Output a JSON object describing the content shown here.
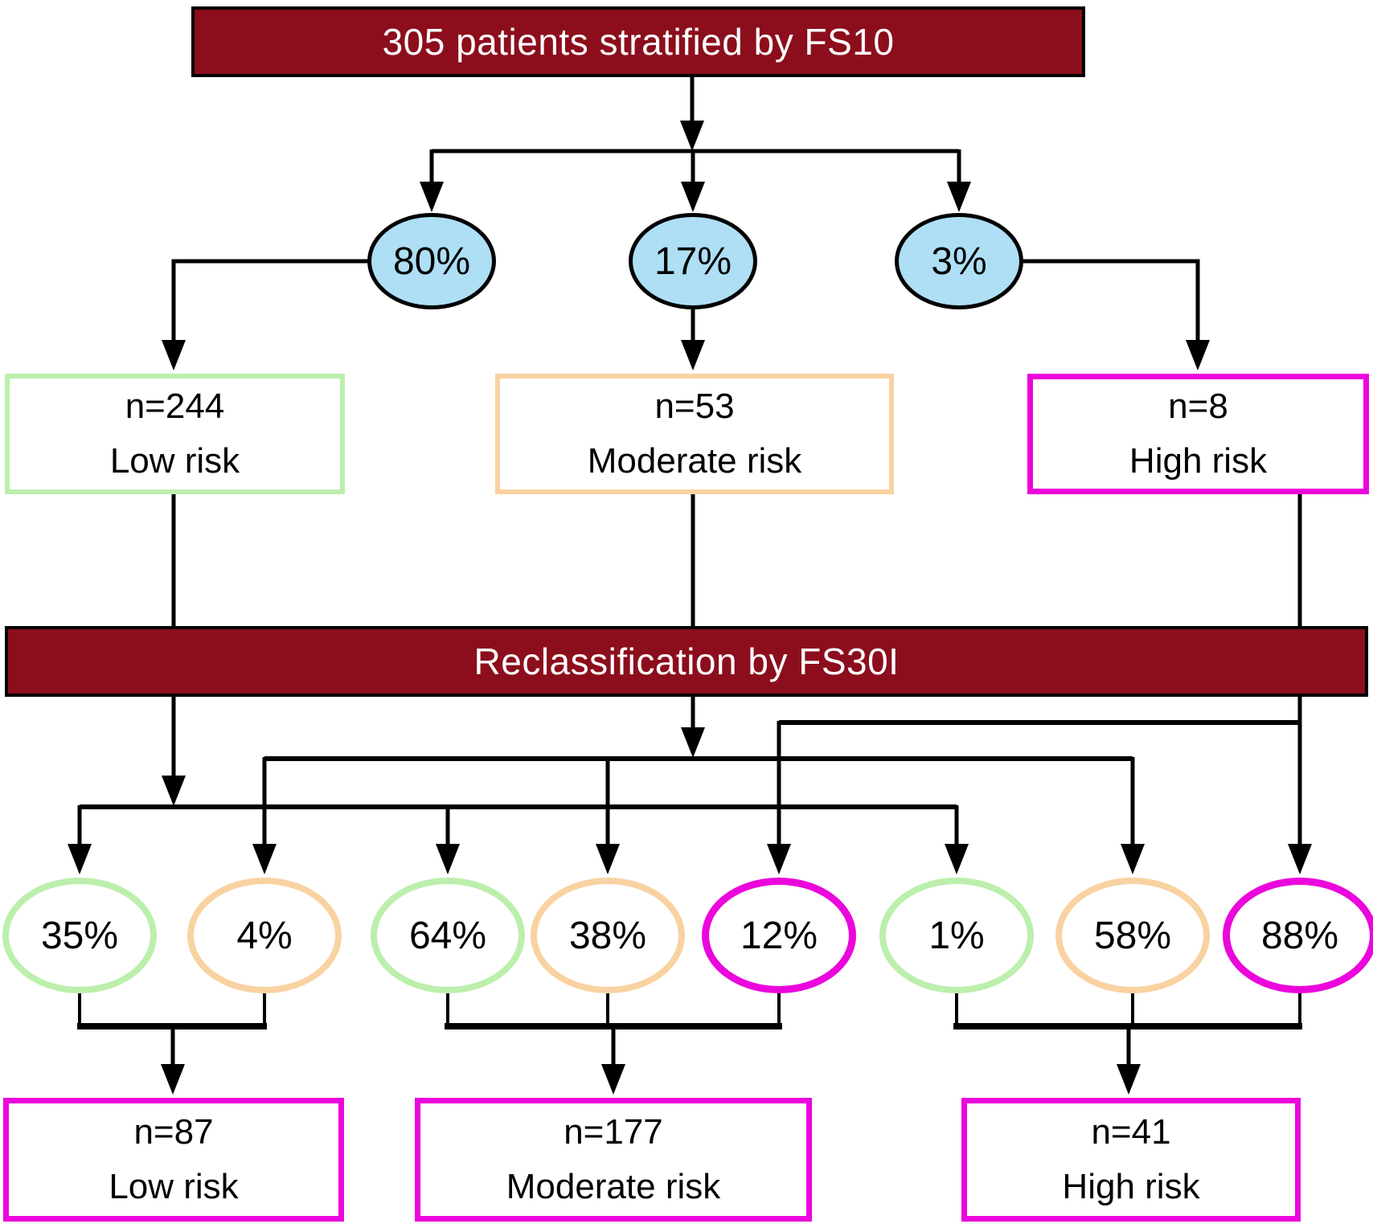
{
  "banners": {
    "fs10": "305 patients stratified by FS10",
    "fs30i": "Reclassification by FS30I"
  },
  "fs10_split": [
    {
      "pct": "80%"
    },
    {
      "pct": "17%"
    },
    {
      "pct": "3%"
    }
  ],
  "fs10_groups": [
    {
      "n": "n=244",
      "risk": "Low risk"
    },
    {
      "n": "n=53",
      "risk": "Moderate risk"
    },
    {
      "n": "n=8",
      "risk": "High risk"
    }
  ],
  "reclass_split": [
    {
      "pct": "35%",
      "from": "Low risk"
    },
    {
      "pct": "4%",
      "from": "Moderate risk"
    },
    {
      "pct": "64%",
      "from": "Low risk"
    },
    {
      "pct": "38%",
      "from": "Moderate risk"
    },
    {
      "pct": "12%",
      "from": "High risk"
    },
    {
      "pct": "1%",
      "from": "Low risk"
    },
    {
      "pct": "58%",
      "from": "Moderate risk"
    },
    {
      "pct": "88%",
      "from": "High risk"
    }
  ],
  "fs30i_groups": [
    {
      "n": "n=87",
      "risk": "Low risk"
    },
    {
      "n": "n=177",
      "risk": "Moderate risk"
    },
    {
      "n": "n=41",
      "risk": "High risk"
    }
  ],
  "colors": {
    "banner_red": "#8C0E1C",
    "fs10_blue": "#AEDFF5",
    "low_green": "#BCEFAC",
    "moderate_peach": "#F9D2A2",
    "high_magenta": "#EB06DC",
    "line_black": "#000000"
  }
}
